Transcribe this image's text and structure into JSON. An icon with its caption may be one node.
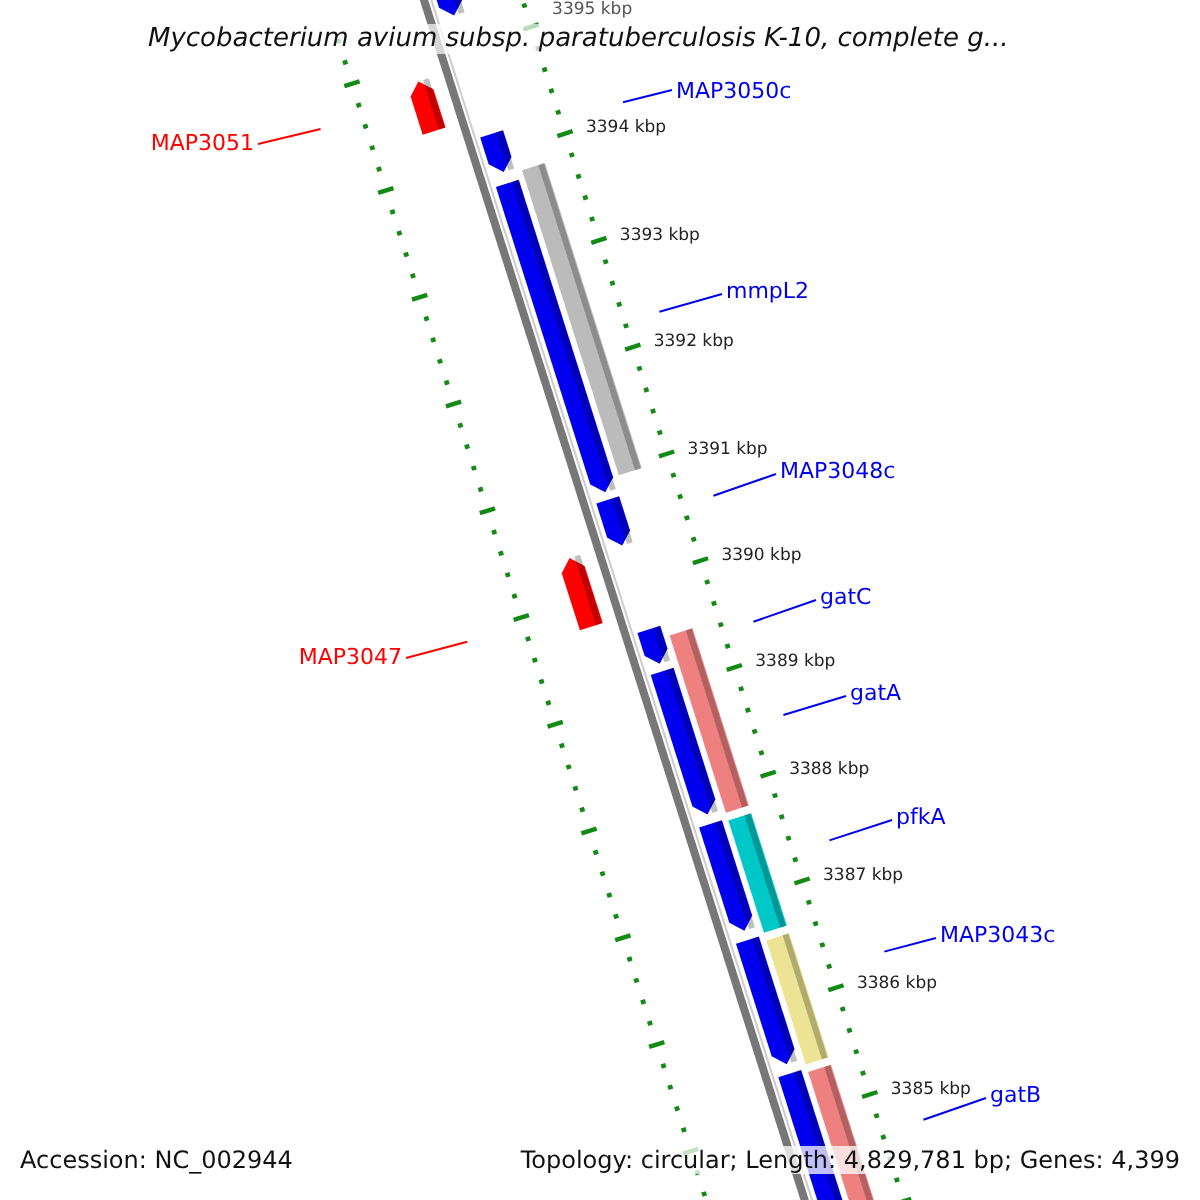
{
  "diagram": {
    "title": "Mycobacterium avium subsp. paratuberculosis K-10, complete g...",
    "nodes": [
      {
        "text": [
          "MAP3050c"
        ]
      },
      {
        "text": [
          "MAP3051"
        ]
      },
      {
        "text": [
          "mmpL2"
        ]
      },
      {
        "text": [
          "MAP3048c"
        ]
      },
      {
        "text": [
          "MAP3047"
        ]
      },
      {
        "text": [
          "gatC"
        ]
      },
      {
        "text": [
          "gatA"
        ]
      },
      {
        "text": [
          "pfkA"
        ]
      },
      {
        "text": [
          "MAP3043c"
        ]
      },
      {
        "text": [
          "gatB"
        ]
      }
    ],
    "edges": [
      {
        "from": 0,
        "to": null,
        "arrow": "none"
      },
      {
        "from": 1,
        "to": null,
        "arrow": "none",
        "color": "#ff0000"
      },
      {
        "from": 2,
        "to": null,
        "arrow": "none"
      },
      {
        "from": 3,
        "to": null,
        "arrow": "none"
      },
      {
        "from": 4,
        "to": null,
        "arrow": "none",
        "color": "#ff0000"
      },
      {
        "from": 5,
        "to": null,
        "arrow": "none"
      },
      {
        "from": 6,
        "to": null,
        "arrow": "none"
      },
      {
        "from": 7,
        "to": null,
        "arrow": "none"
      },
      {
        "from": 8,
        "to": null,
        "arrow": "none"
      },
      {
        "from": 9,
        "to": null,
        "arrow": "none"
      }
    ],
    "labels": [
      "3395 kbp",
      "3394 kbp",
      "3393 kbp",
      "3392 kbp",
      "3391 kbp",
      "3390 kbp",
      "3389 kbp",
      "3388 kbp",
      "3387 kbp",
      "3386 kbp",
      "3385 kbp",
      "Accession: NC_002944",
      "Topology: circular; Length: 4,829,781 bp; Genes: 4,399"
    ]
  }
}
